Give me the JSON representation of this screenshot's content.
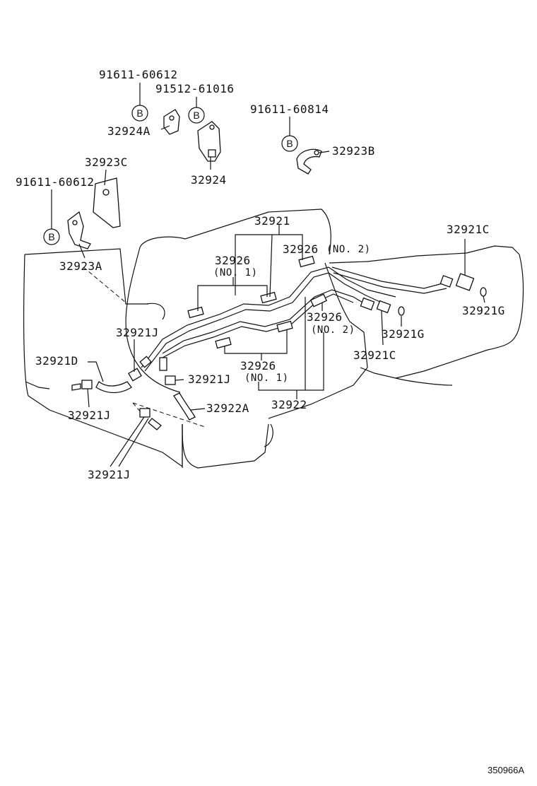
{
  "labels": {
    "bolt_91611_60612_top": "91611-60612",
    "bolt_91512_61016": "91512-61016",
    "bolt_91611_60814": "91611-60814",
    "clamp_32924A": "32924A",
    "clamp_32924": "32924",
    "clamp_32923B": "32923B",
    "clamp_32923C": "32923C",
    "bolt_91611_60612_left": "91611-60612",
    "clamp_32923A": "32923A",
    "tube_32921": "32921",
    "cushion_32926_no1_top": "32926",
    "cushion_no1_top": "(NO. 1)",
    "cushion_32926_no2_top": "32926",
    "cushion_no2_top": "(NO. 2)",
    "tube_32921C_right": "32921C",
    "tube_32921G_right": "32921G",
    "cushion_32926_no2_mid": "32926",
    "cushion_no2_mid": "(NO. 2)",
    "tube_32921G_mid": "32921G",
    "tube_32921C_mid": "32921C",
    "clip_32921J_a": "32921J",
    "hose_32921D": "32921D",
    "clip_32921J_b": "32921J",
    "hose_32922A": "32922A",
    "cushion_32926_no1_bottom": "32926",
    "cushion_no1_bottom": "(NO. 1)",
    "tube_32922": "32922",
    "clip_32921J_c": "32921J",
    "clip_32921J_d": "32921J",
    "figure_id": "350966A"
  },
  "bolt_marker": "B"
}
